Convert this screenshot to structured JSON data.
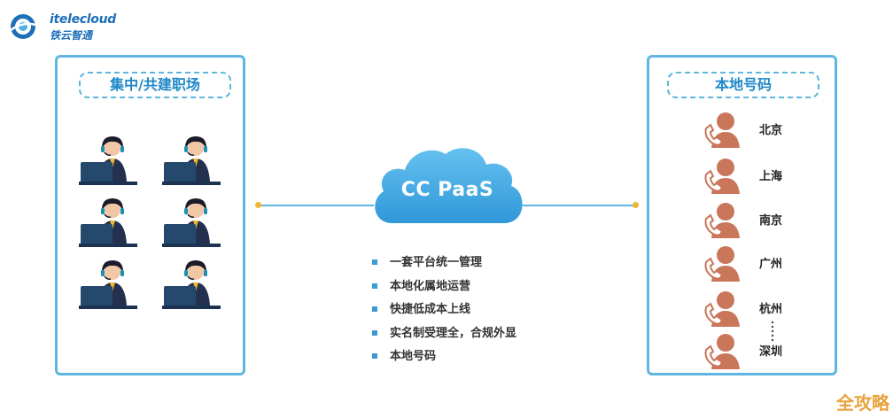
{
  "logo": {
    "brand_en": "itelecloud",
    "brand_cn": "铁云智通"
  },
  "left_panel": {
    "title": "集中/共建职场",
    "agent_count": 6
  },
  "right_panel": {
    "title": "本地号码",
    "cities": [
      "北京",
      "上海",
      "南京",
      "广州",
      "杭州",
      "深圳"
    ]
  },
  "center": {
    "cloud_label": "CC PaaS",
    "features": [
      "一套平台统一管理",
      "本地化属地运营",
      "快捷低成本上线",
      "实名制受理全，合规外显",
      "本地号码"
    ]
  },
  "watermark": "全攻略",
  "colors": {
    "accent": "#5fb6e0",
    "cloud": "#3ea6e0",
    "dot": "#f2b531",
    "person": "#c9765a"
  }
}
